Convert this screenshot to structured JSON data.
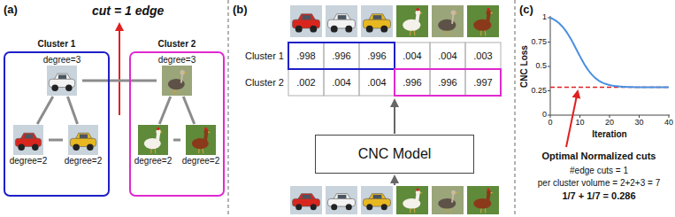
{
  "diagram": {
    "nodes": [
      {
        "text": [
          "Cluster 1"
        ]
      },
      {
        "text": [
          "degree=3"
        ],
        "in": 0
      },
      {
        "text": [
          "degree=2"
        ],
        "in": 0
      },
      {
        "text": [
          "degree=2"
        ],
        "in": 0
      },
      {
        "text": [
          "Cluster 2"
        ]
      },
      {
        "text": [
          "degree=3"
        ],
        "in": 4
      },
      {
        "text": [
          "degree=2"
        ],
        "in": 4
      },
      {
        "text": [
          "degree=2"
        ],
        "in": 4
      },
      {
        "text": [
          "CNC Model"
        ]
      }
    ],
    "edges": [
      {
        "from": 1,
        "to": 2,
        "arrow": "none"
      },
      {
        "from": 1,
        "to": 3,
        "arrow": "none"
      },
      {
        "from": 2,
        "to": 3,
        "arrow": "none"
      },
      {
        "from": 1,
        "to": 5,
        "arrow": "none"
      },
      {
        "from": 5,
        "to": 6,
        "arrow": "none"
      },
      {
        "from": 5,
        "to": 7,
        "arrow": "none"
      },
      {
        "from": 6,
        "to": 7,
        "arrow": "none"
      }
    ],
    "labels": [
      "(a)",
      "cut = 1 edge",
      "(b)",
      "Cluster 1",
      "Cluster 2",
      ".998",
      ".996",
      ".996",
      ".004",
      ".004",
      ".003",
      ".002",
      ".004",
      ".004",
      ".996",
      ".996",
      ".997",
      "(c)",
      "1",
      "0.75",
      "0.5",
      "0.25",
      "0",
      "0",
      "10",
      "20",
      "30",
      "40",
      "CNC Loss",
      "Iteration",
      "Optimal Normalized cuts",
      "#edge cuts = 1",
      "per cluster volume = 2+2+3 = 7",
      "1/7 + 1/7 = 0.286"
    ]
  }
}
